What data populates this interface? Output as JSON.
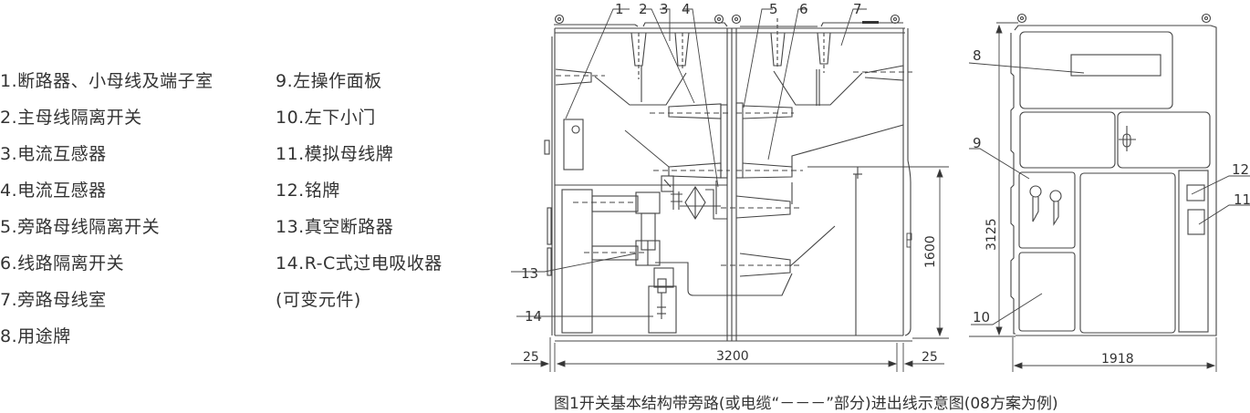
{
  "legend": {
    "left": [
      "1.断路器、小母线及端子室",
      "2.主母线隔离开关",
      "3.电流互感器",
      "4.电流互感器",
      "5.旁路母线隔离开关",
      "6.线路隔离开关",
      "7.旁路母线室",
      "8.用途牌"
    ],
    "right": [
      "9.左操作面板",
      "10.左下小门",
      "11.模拟母线牌",
      "12.铭牌",
      "13.真空断路器",
      "14.R-C式过电吸收器",
      "(可变元件)"
    ]
  },
  "side_view": {
    "callouts": [
      "1",
      "2",
      "3",
      "4",
      "5",
      "6",
      "7",
      "13",
      "14"
    ],
    "dimensions": {
      "width": "3200",
      "left_gap": "25",
      "right_gap": "25",
      "height": "1600"
    }
  },
  "front_view": {
    "callouts": [
      "8",
      "9",
      "10",
      "11",
      "12"
    ],
    "dimensions": {
      "height": "3125",
      "width": "1918"
    }
  },
  "caption": "图1开关基本结构带旁路(或电缆“－－－”部分)进出线示意图(08方案为例)",
  "colors": {
    "line": "#444444",
    "text": "#333333",
    "background": "#ffffff"
  }
}
